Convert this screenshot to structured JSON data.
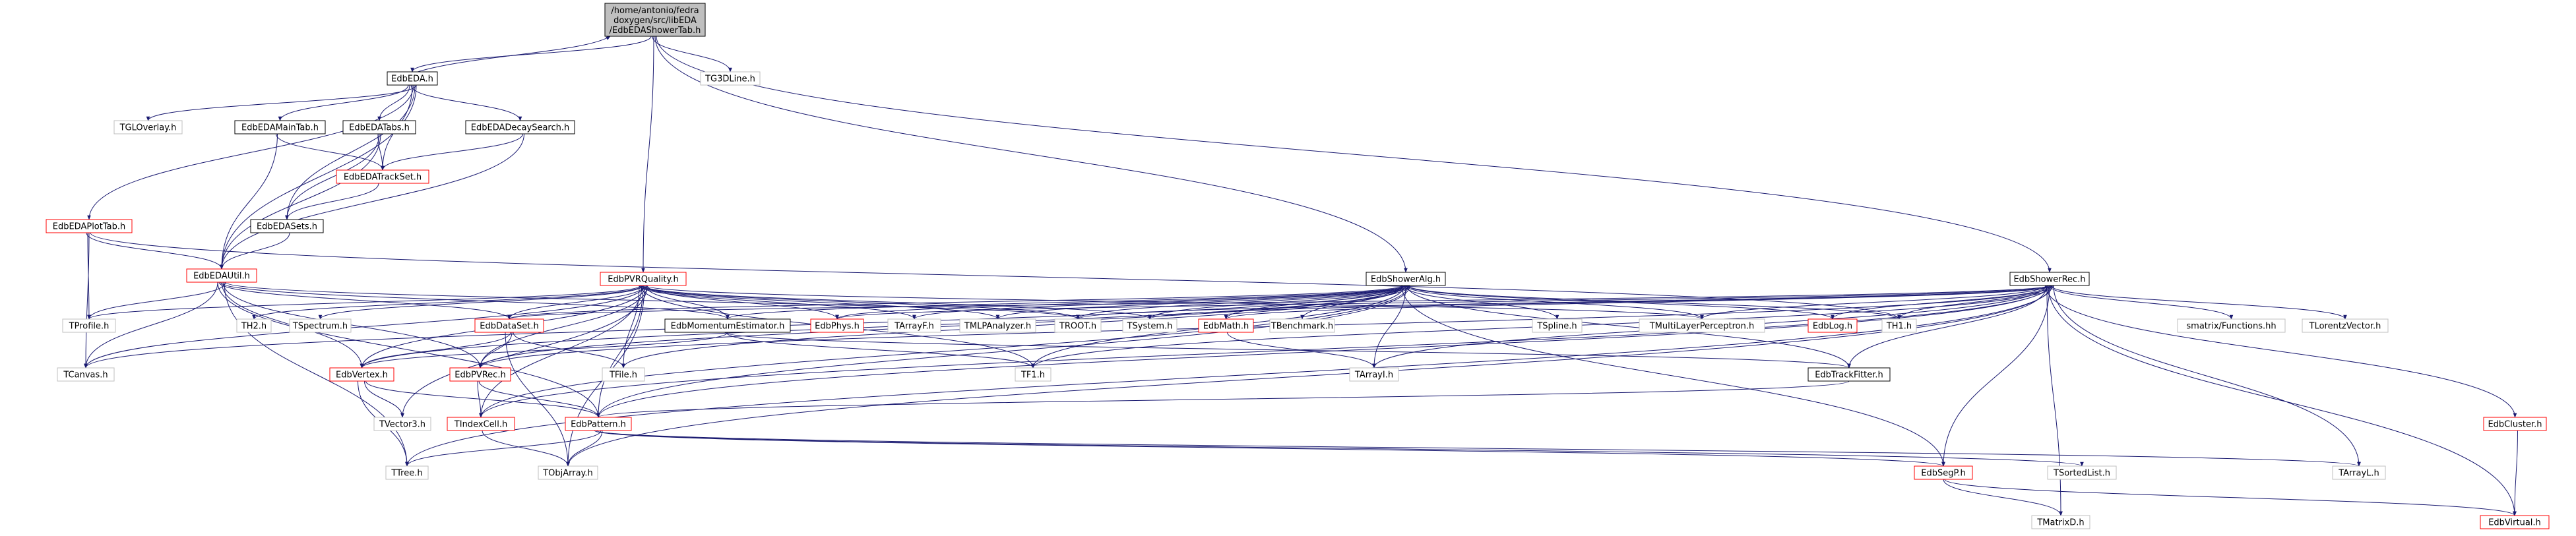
{
  "colors": {
    "edge": "#191970",
    "box_default": "#000000",
    "box_red": "#ff0000",
    "box_gray": "#bfbfbf",
    "root_fill": "#bfbfbf"
  },
  "nodes": {
    "root": {
      "lines": [
        "/home/antonio/fedra",
        "doxygen/src/libEDA",
        "/EdbEDAShowerTab.h"
      ]
    },
    "EdbEDA_h": {
      "text": "EdbEDA.h"
    },
    "TG3DLine_h": {
      "text": "TG3DLine.h"
    },
    "TGLOverlay_h": {
      "text": "TGLOverlay.h"
    },
    "EdbEDAMainTab_h": {
      "text": "EdbEDAMainTab.h"
    },
    "EdbEDATabs_h": {
      "text": "EdbEDATabs.h"
    },
    "EdbEDADecaySearch_h": {
      "text": "EdbEDADecaySearch.h"
    },
    "EdbEDATrackSet_h": {
      "text": "EdbEDATrackSet.h"
    },
    "EdbEDAPlotTab_h": {
      "text": "EdbEDAPlotTab.h"
    },
    "EdbEDASets_h": {
      "text": "EdbEDASets.h"
    },
    "EdbEDAUtil_h": {
      "text": "EdbEDAUtil.h"
    },
    "EdbPVRQuality_h": {
      "text": "EdbPVRQuality.h"
    },
    "EdbShowerAlg_h": {
      "text": "EdbShowerAlg.h"
    },
    "EdbShowerRec_h": {
      "text": "EdbShowerRec.h"
    },
    "TProfile_h": {
      "text": "TProfile.h"
    },
    "TH2_h": {
      "text": "TH2.h"
    },
    "TSpectrum_h": {
      "text": "TSpectrum.h"
    },
    "EdbDataSet_h": {
      "text": "EdbDataSet.h"
    },
    "EdbMomentumEstimator_h": {
      "text": "EdbMomentumEstimator.h"
    },
    "EdbPhys_h": {
      "text": "EdbPhys.h"
    },
    "TArrayF_h": {
      "text": "TArrayF.h"
    },
    "TMLPAnalyzer_h": {
      "text": "TMLPAnalyzer.h"
    },
    "TROOT_h": {
      "text": "TROOT.h"
    },
    "TSystem_h": {
      "text": "TSystem.h"
    },
    "EdbMath_h": {
      "text": "EdbMath.h"
    },
    "TBenchmark_h": {
      "text": "TBenchmark.h"
    },
    "TSpline_h": {
      "text": "TSpline.h"
    },
    "TMultiLayerPerceptron_h": {
      "text": "TMultiLayerPerceptron.h"
    },
    "EdbLog_h": {
      "text": "EdbLog.h"
    },
    "TH1_h": {
      "text": "TH1.h"
    },
    "smatrix_Functions_hh": {
      "text": "smatrix/Functions.hh"
    },
    "TLorentzVector_h": {
      "text": "TLorentzVector.h"
    },
    "TCanvas_h": {
      "text": "TCanvas.h"
    },
    "EdbVertex_h": {
      "text": "EdbVertex.h"
    },
    "EdbPVRec_h": {
      "text": "EdbPVRec.h"
    },
    "TFile_h": {
      "text": "TFile.h"
    },
    "TF1_h": {
      "text": "TF1.h"
    },
    "TArrayI_h": {
      "text": "TArrayI.h"
    },
    "EdbTrackFitter_h": {
      "text": "EdbTrackFitter.h"
    },
    "TVector3_h": {
      "text": "TVector3.h"
    },
    "TIndexCell_h": {
      "text": "TIndexCell.h"
    },
    "EdbPattern_h": {
      "text": "EdbPattern.h"
    },
    "TTree_h": {
      "text": "TTree.h"
    },
    "TObjArray_h": {
      "text": "TObjArray.h"
    },
    "EdbSegP_h": {
      "text": "EdbSegP.h"
    },
    "TSortedList_h": {
      "text": "TSortedList.h"
    },
    "TArrayL_h": {
      "text": "TArrayL.h"
    },
    "EdbCluster_h": {
      "text": "EdbCluster.h"
    },
    "TMatrixD_h": {
      "text": "TMatrixD.h"
    },
    "EdbVirtual_h": {
      "text": "EdbVirtual.h"
    }
  }
}
